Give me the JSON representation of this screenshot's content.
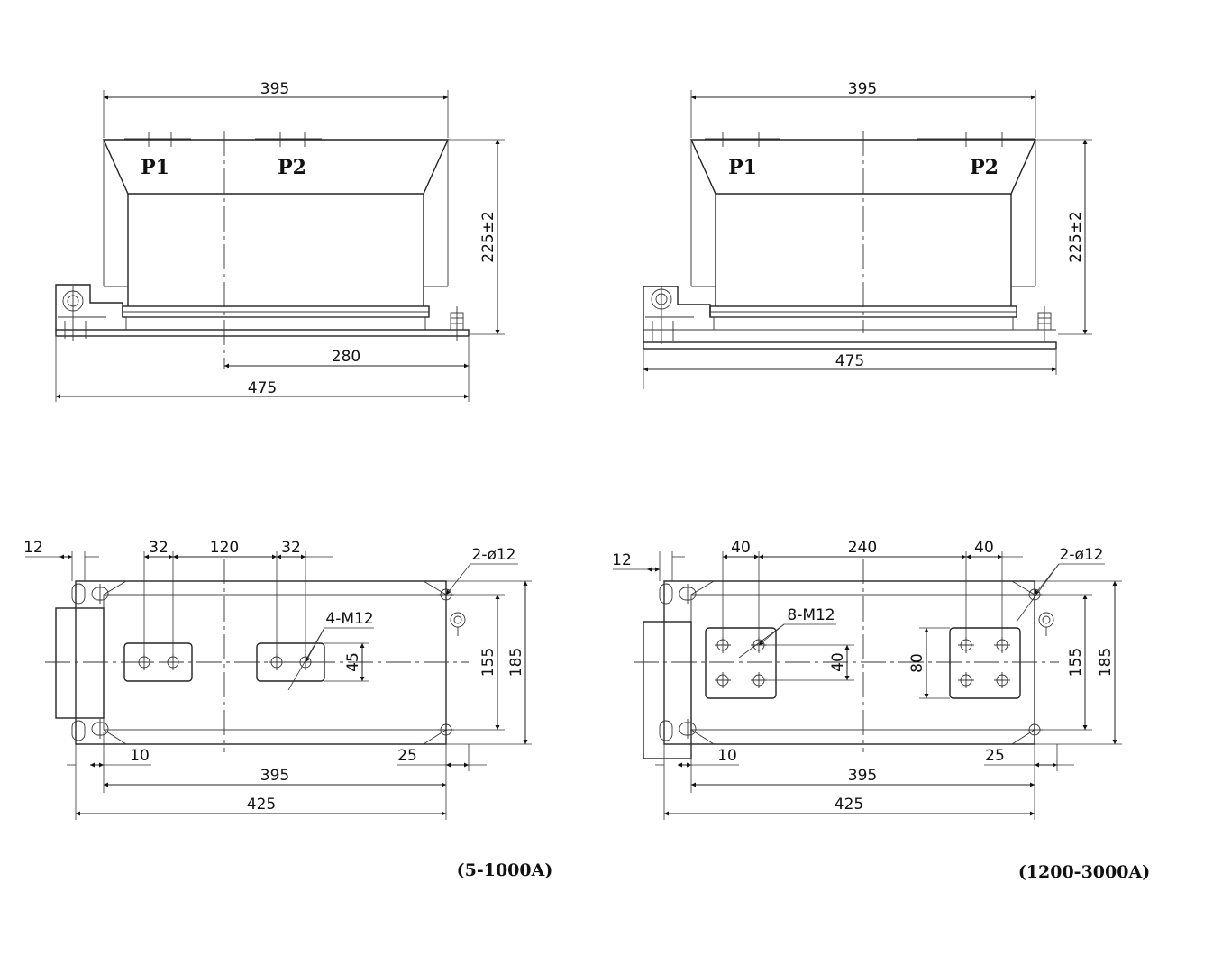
{
  "left": {
    "front": {
      "top_width": "395",
      "height": "225±2",
      "terminal_p1": "P1",
      "terminal_p2": "P2",
      "base_offset": "280",
      "base_length": "475"
    },
    "plan": {
      "edge_offset": "12",
      "pad1_spacing": "32",
      "pad_gap": "120",
      "pad2_spacing": "32",
      "mount_holes": "2-ø12",
      "bolts": "4-M12",
      "bolt_height": "45",
      "inner_height": "155",
      "outer_height": "185",
      "slot_offset": "10",
      "hole_inset": "25",
      "inner_length": "395",
      "outer_length": "425"
    },
    "caption": "(5-1000A)"
  },
  "right": {
    "front": {
      "top_width": "395",
      "height": "225±2",
      "terminal_p1": "P1",
      "terminal_p2": "P2",
      "base_length": "475"
    },
    "plan": {
      "edge_offset": "12",
      "pad1_width": "40",
      "pad_gap": "240",
      "pad2_width": "40",
      "mount_holes": "2-ø12",
      "bolts": "8-M12",
      "bolt_spacing": "40",
      "pad_height": "80",
      "inner_height": "155",
      "outer_height": "185",
      "slot_offset": "10",
      "hole_inset": "25",
      "inner_length": "395",
      "outer_length": "425"
    },
    "caption": "(1200-3000A)"
  }
}
